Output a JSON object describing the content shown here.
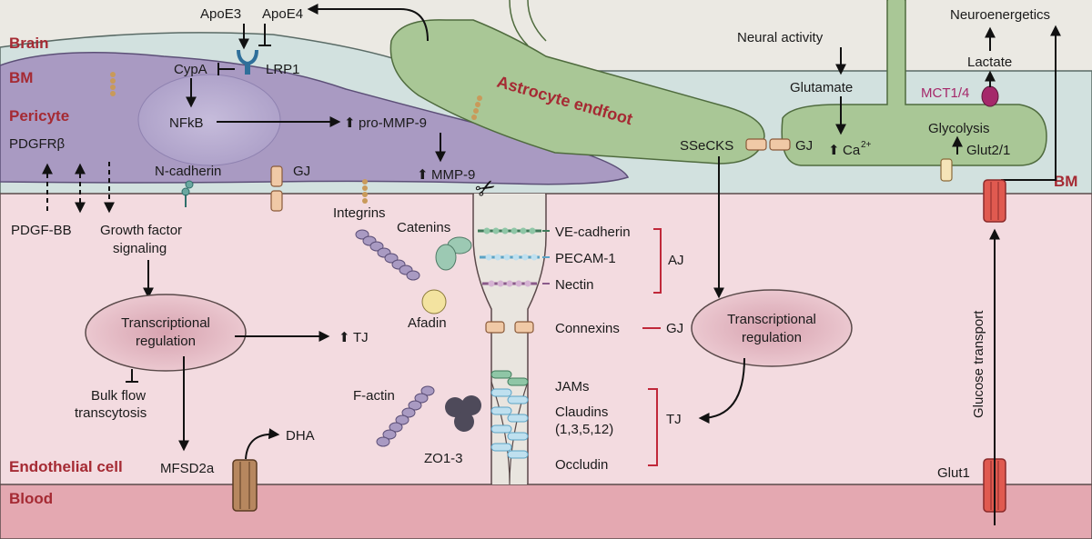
{
  "regions": {
    "brain": "Brain",
    "bm_left": "BM",
    "bm_right": "BM",
    "pericyte": "Pericyte",
    "endothelial": "Endothelial cell",
    "blood": "Blood",
    "astrocyte": "Astrocyte endfoot"
  },
  "labels": {
    "apoe3": "ApoE3",
    "apoe4": "ApoE4",
    "cypa": "CypA",
    "lrp1": "LRP1",
    "nfkb": "NFkB",
    "pro_mmp9": "pro-MMP-9",
    "mmp9": "MMP-9",
    "pdgfrb": "PDGFRβ",
    "ncadherin": "N-cadherin",
    "gj_pericyte": "GJ",
    "integrins": "Integrins",
    "pdgfbb": "PDGF-BB",
    "growth_factor_1": "Growth factor",
    "growth_factor_2": "signaling",
    "tr_left_1": "Transcriptional",
    "tr_left_2": "regulation",
    "tj_up": "TJ",
    "bulk_flow_1": "Bulk flow",
    "bulk_flow_2": "transcytosis",
    "mfsd2a": "MFSD2a",
    "dha": "DHA",
    "catenins": "Catenins",
    "afadin": "Afadin",
    "factin": "F-actin",
    "zo13": "ZO1-3",
    "vecadherin": "VE-cadherin",
    "pecam1": "PECAM-1",
    "nectin": "Nectin",
    "aj": "AJ",
    "connexins": "Connexins",
    "gj_connexins": "GJ",
    "jams": "JAMs",
    "claudins_1": "Claudins",
    "claudins_2": "(1,3,5,12)",
    "occludin": "Occludin",
    "tj_right": "TJ",
    "tr_right_1": "Transcriptional",
    "tr_right_2": "regulation",
    "ssecks": "SSeCKS",
    "gj_astro": "GJ",
    "neural_activity": "Neural activity",
    "glutamate": "Glutamate",
    "ca": "Ca",
    "ca_sup": "2+",
    "neuroenergetics": "Neuroenergetics",
    "lactate": "Lactate",
    "mct14": "MCT1/4",
    "glycolysis": "Glycolysis",
    "glut21": "Glut2/1",
    "glucose_transport": "Glucose transport",
    "glut1": "Glut1"
  },
  "colors": {
    "brain_bg": "#ebe9e3",
    "bm": "#d2e1df",
    "pericyte": "#a99ac2",
    "pericyte_nucleus": "#b8aed0",
    "astrocyte": "#a9c796",
    "endothelial": "#f3dbe0",
    "blood": "#e4a8b1",
    "region_text": "#a52a33",
    "bracket": "#c0283a",
    "mct": "#a5286a"
  }
}
